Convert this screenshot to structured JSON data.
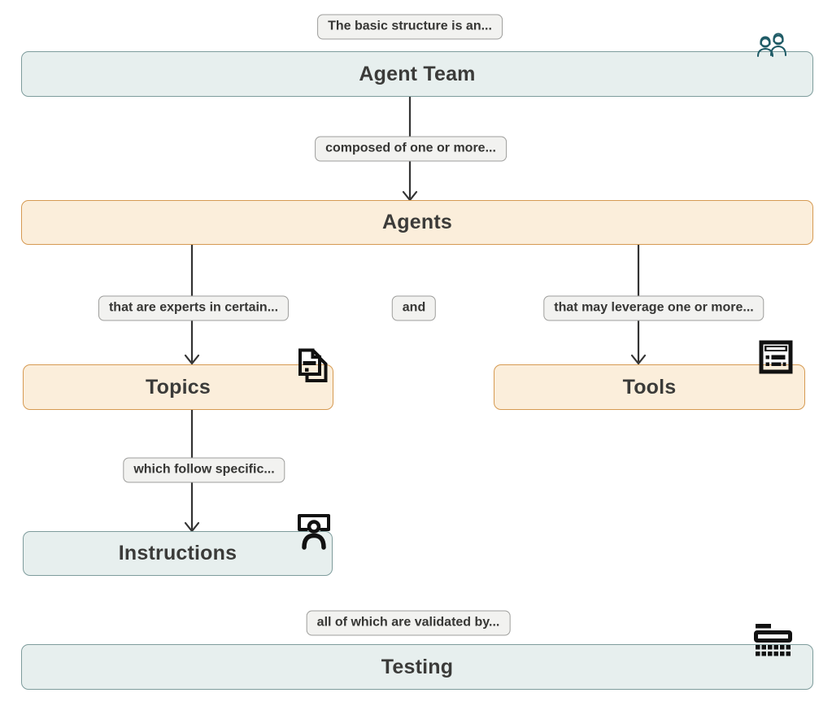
{
  "diagram": {
    "title": "Agent team structure diagram",
    "nodes": {
      "agent_team": {
        "label": "Agent Team",
        "color": "teal",
        "icon": "team-people-icon"
      },
      "agents": {
        "label": "Agents",
        "color": "orange",
        "icon": null
      },
      "topics": {
        "label": "Topics",
        "color": "orange",
        "icon": "documents-icon"
      },
      "tools": {
        "label": "Tools",
        "color": "orange",
        "icon": "list-window-icon"
      },
      "instructions": {
        "label": "Instructions",
        "color": "teal",
        "icon": "presenter-icon"
      },
      "testing": {
        "label": "Testing",
        "color": "teal",
        "icon": "testing-keyboard-icon"
      }
    },
    "edge_labels": {
      "intro": "The basic structure is an...",
      "composed": "composed of one or more...",
      "experts": "that are experts in certain...",
      "and": "and",
      "leverage": "that may leverage one or more...",
      "follow": "which follow specific...",
      "validated": "all of which are validated by..."
    },
    "edges": [
      {
        "from": "agent_team",
        "to": "agents",
        "label": "composed of one or more..."
      },
      {
        "from": "agents",
        "to": "topics",
        "label": "that are experts in certain..."
      },
      {
        "from": "agents",
        "to": "tools",
        "label": "that may leverage one or more..."
      },
      {
        "from": "topics",
        "to": "instructions",
        "label": "which follow specific..."
      }
    ],
    "colors": {
      "teal_fill": "#e7efee",
      "teal_border": "#7e9c9c",
      "orange_fill": "#fbeedb",
      "orange_border": "#d69a52",
      "label_fill": "#f2f2f0",
      "label_border": "#9e9e9c",
      "node_text": "#3b3b39",
      "label_text": "#363634",
      "arrow": "#333333",
      "icon_teal": "#1f5b66",
      "icon_black": "#111111"
    }
  }
}
